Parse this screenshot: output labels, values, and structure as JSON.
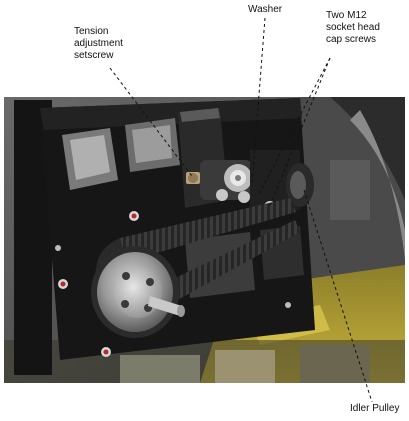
{
  "labels": {
    "tension_adjustment_setscrew": "Tension\nadjustment\nsetscrew",
    "washer": "Washer",
    "socket_head_cap_screws": "Two M12\nsocket head\ncap screws",
    "idler_pulley": "Idler Pulley"
  },
  "colors": {
    "frame": "#141414",
    "belt": "#2a2a2a",
    "pulley_metal": "#a8a8a8",
    "floor_yellow": "#c9b23a",
    "leader_line": "#111111"
  }
}
